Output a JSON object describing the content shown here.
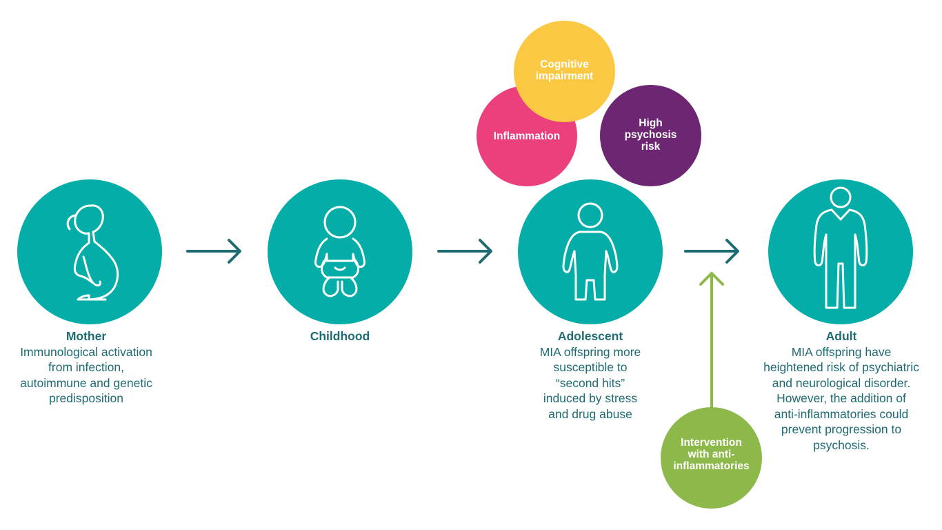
{
  "stages": [
    {
      "title": "Mother",
      "desc": [
        "Immunological activation",
        "from infection,",
        "autoimmune and genetic",
        "predisposition"
      ],
      "icon": "pregnant-woman-icon"
    },
    {
      "title": "Childhood",
      "desc": [],
      "icon": "baby-icon"
    },
    {
      "title": "Adolescent",
      "desc": [
        "MIA offspring more",
        "susceptible to",
        "“second hits”",
        "induced by stress",
        "and drug abuse"
      ],
      "icon": "child-icon"
    },
    {
      "title": "Adult",
      "desc": [
        "MIA offspring have",
        "heightened risk of psychiatric",
        "and neurological disorder.",
        "However, the addition of",
        "anti-inflammatories could",
        "prevent progression to",
        "psychosis."
      ],
      "icon": "adult-icon"
    }
  ],
  "outcomes": {
    "cognitive": [
      "Cognitive",
      "impairment"
    ],
    "inflammation": [
      "Inflammation"
    ],
    "psychosis": [
      "High",
      "psychosis",
      "risk"
    ]
  },
  "intervention": [
    "Intervention",
    "with anti-",
    "inflammatories"
  ],
  "colors": {
    "teal": "#04ada8",
    "dark_teal": "#1e6b72",
    "yellow": "#fbc843",
    "pink": "#ec3f7d",
    "purple": "#6d2772",
    "green": "#8db94a"
  }
}
